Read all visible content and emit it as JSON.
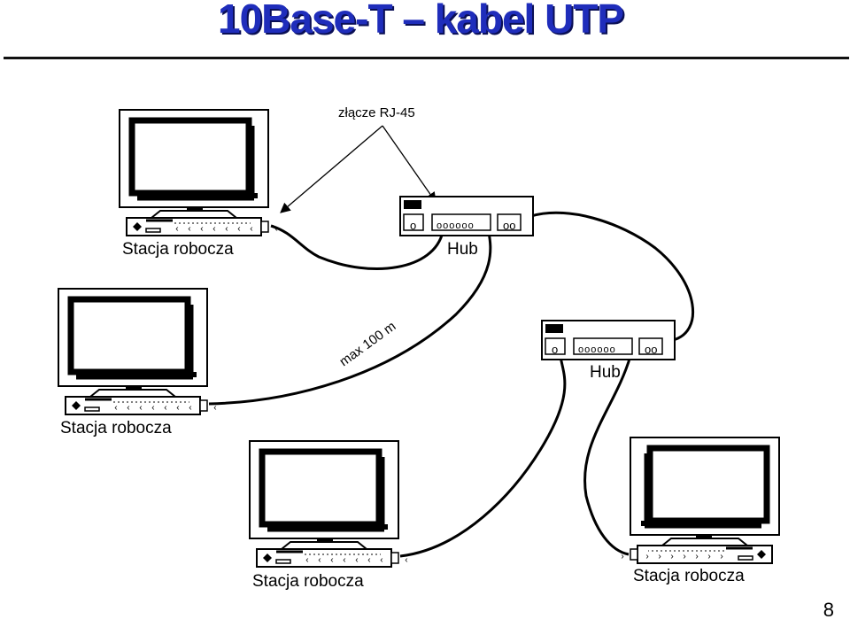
{
  "slide": {
    "title": "10Base-T – kabel UTP",
    "page_number": "8"
  },
  "diagram": {
    "connector_label": "złącze RJ-45",
    "cable_label": "max 100 m",
    "hubs": [
      {
        "label": "Hub",
        "ports": "oooooo",
        "uplink": "oo",
        "small": "o"
      },
      {
        "label": "Hub",
        "ports": "oooooo",
        "uplink": "oo",
        "small": "o"
      }
    ],
    "workstations": [
      {
        "label": "Stacja robocza"
      },
      {
        "label": "Stacja robocza"
      },
      {
        "label": "Stacja robocza"
      },
      {
        "label": "Stacja robocza"
      }
    ],
    "line_color": "#000000",
    "title_color": "#1f2dbb"
  }
}
